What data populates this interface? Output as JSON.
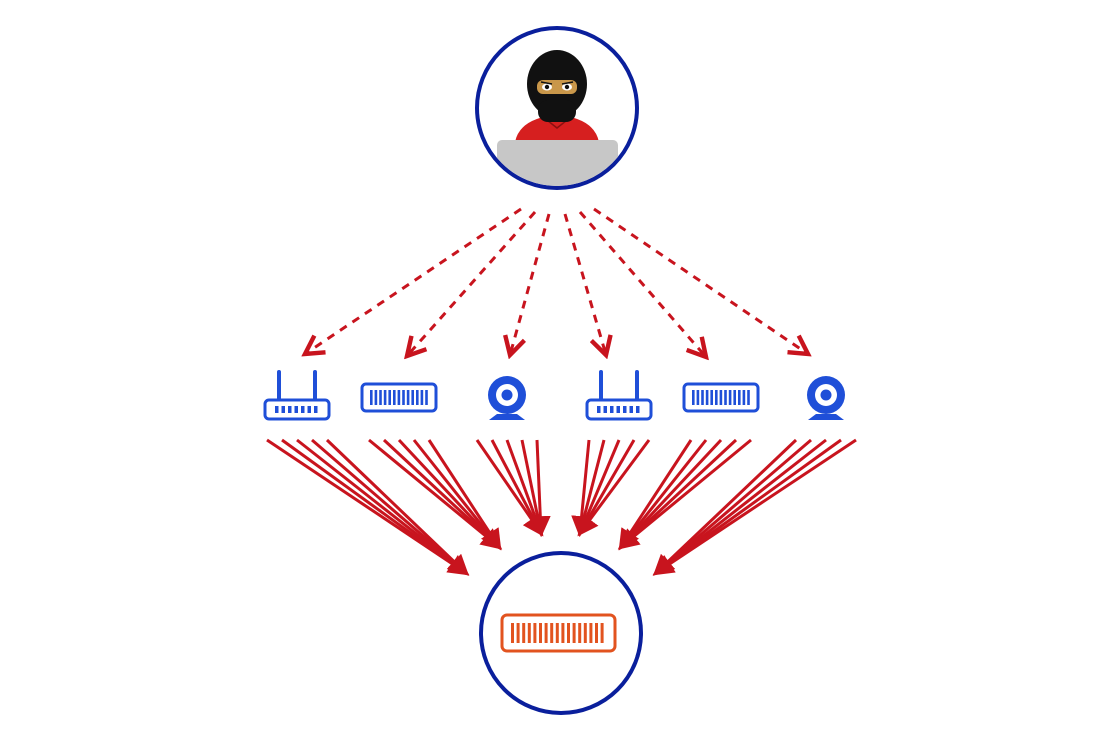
{
  "diagram": {
    "attacker": {
      "role": "attacker",
      "icon": "masked-hacker-with-laptop-icon"
    },
    "botnet_devices": [
      {
        "type": "router",
        "icon": "wifi-router-icon"
      },
      {
        "type": "switch",
        "icon": "network-switch-icon"
      },
      {
        "type": "webcam",
        "icon": "webcam-icon"
      },
      {
        "type": "router",
        "icon": "wifi-router-icon"
      },
      {
        "type": "switch",
        "icon": "network-switch-icon"
      },
      {
        "type": "webcam",
        "icon": "webcam-icon"
      }
    ],
    "target": {
      "role": "target-server",
      "icon": "server-icon"
    },
    "command_links": {
      "style": "dashed",
      "from": "attacker",
      "to": "botnet_devices",
      "count": 6
    },
    "attack_links": {
      "style": "solid",
      "from": "botnet_devices",
      "to": "target",
      "per_device": 5
    },
    "colors": {
      "circle_stroke": "#0a1f9c",
      "device_blue": "#1f4fd8",
      "arrow_red": "#c8141e",
      "server_orange": "#e2531f",
      "mask_black": "#111111",
      "shirt_red": "#d61f1f",
      "laptop_gray": "#c7c7c7",
      "skin_tan": "#c9974a"
    }
  }
}
